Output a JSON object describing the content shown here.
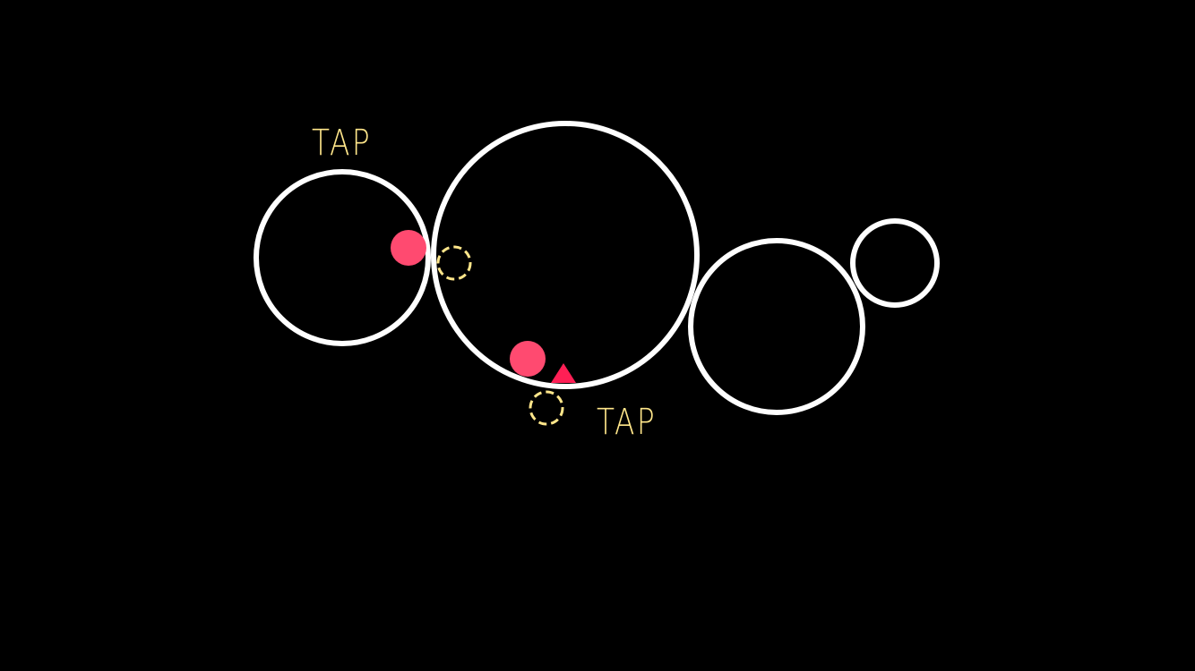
{
  "colors": {
    "background": "#000000",
    "ring": "#ffffff",
    "ball": "#ff4a70",
    "marker": "#ff1f55",
    "hint": "#ffe68a"
  },
  "hints": {
    "left_label": "TAP",
    "right_label": "TAP"
  },
  "icons": {
    "ball": "filled-circle",
    "marker": "triangle-up",
    "tap_target": "dashed-circle"
  }
}
